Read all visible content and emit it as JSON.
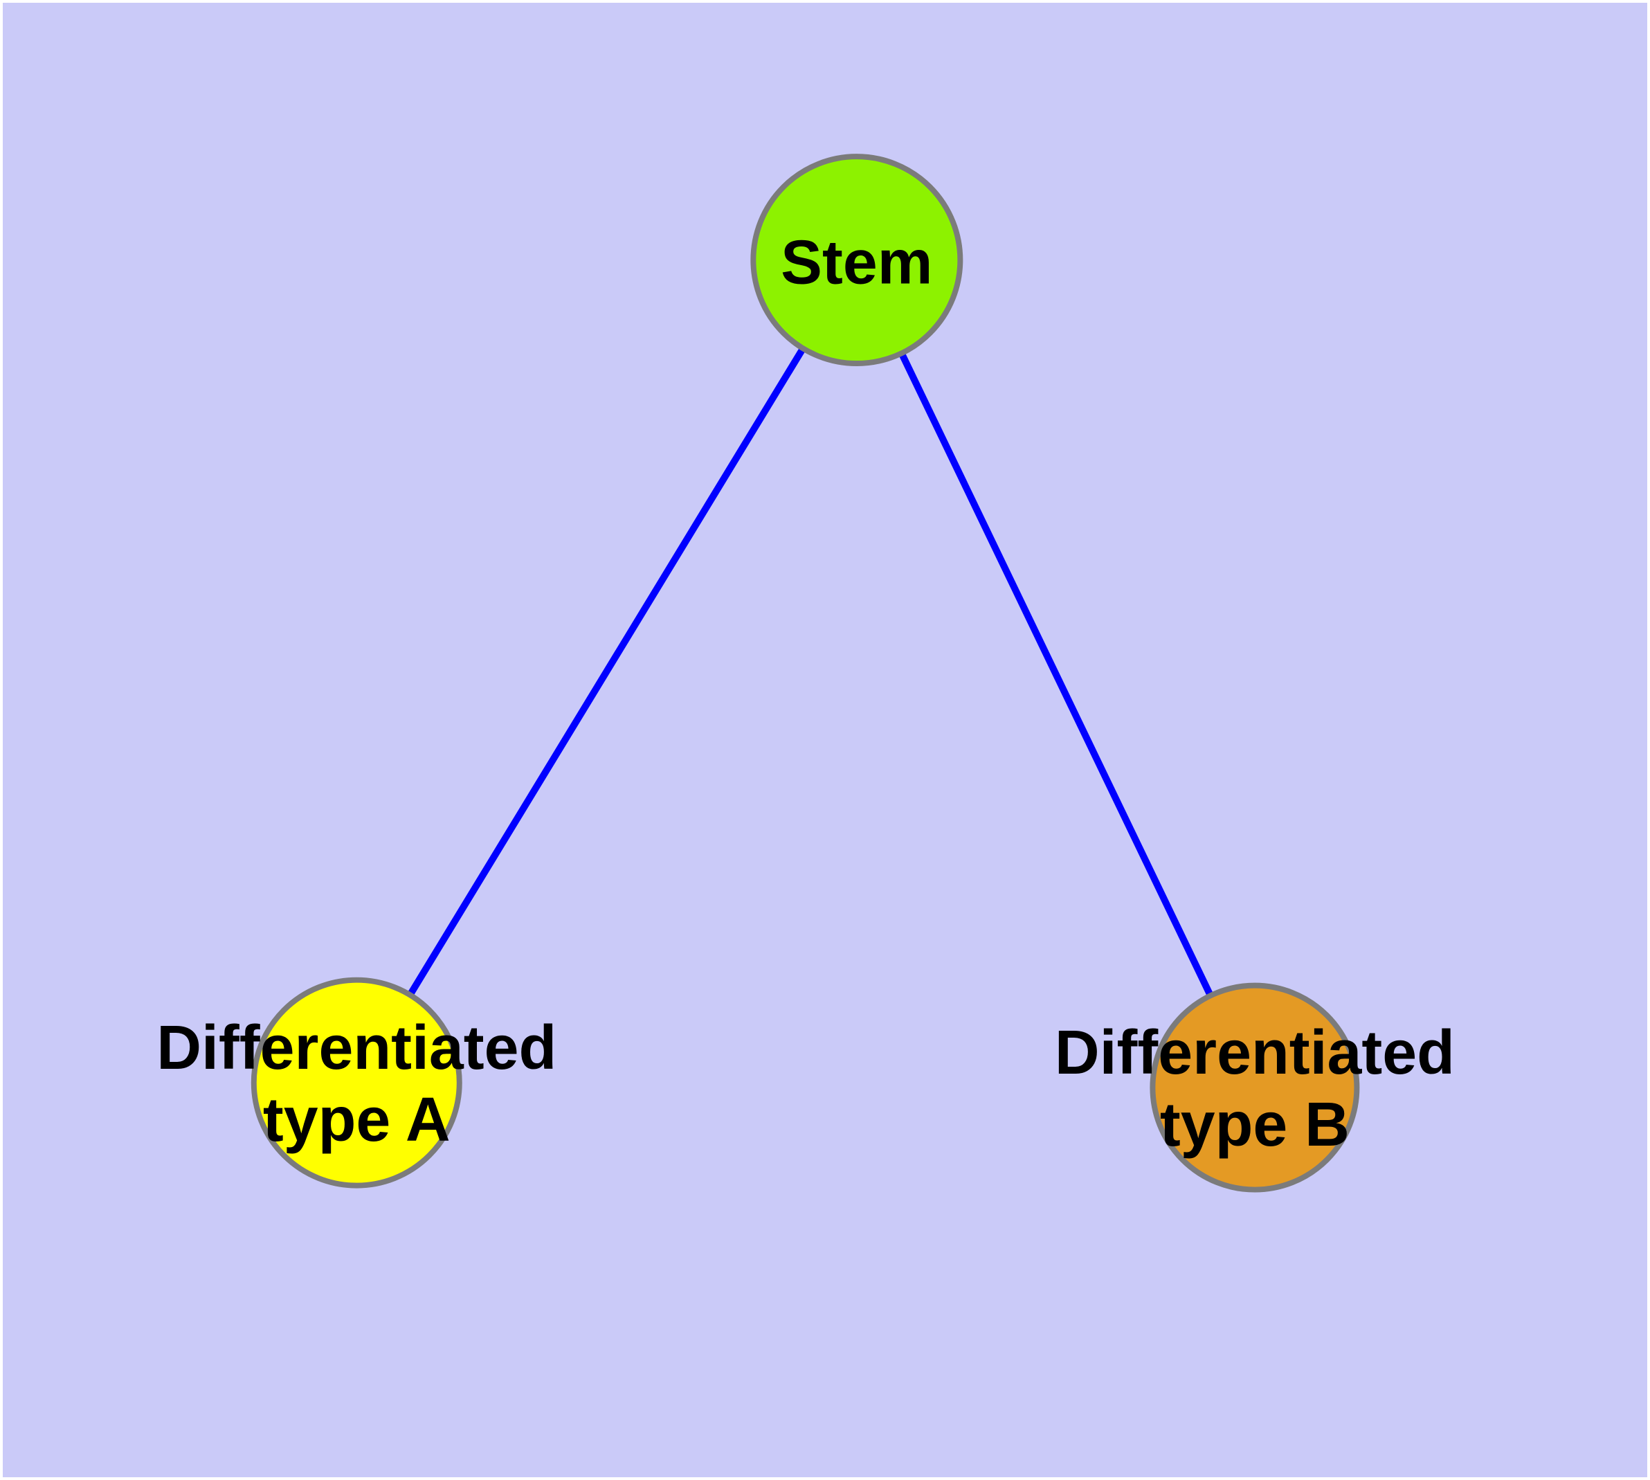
{
  "diagram": {
    "background_color": "#cacaf8",
    "frame_color": "#ffffff",
    "edge_color": "#0000ff",
    "node_border_color": "#7b7b7b",
    "text_color": "#000000",
    "nodes": {
      "stem": {
        "label": "Stem",
        "fill": "#8df200"
      },
      "type_a": {
        "label": "Differentiated type A",
        "label_line1": "Differentiated",
        "label_line2": "type A",
        "fill": "#ffff00"
      },
      "type_b": {
        "label": "Differentiated type B",
        "label_line1": "Differentiated",
        "label_line2": "type B",
        "fill": "#e49a24"
      }
    },
    "edges": [
      {
        "from": "Stem",
        "to": "Differentiated type A"
      },
      {
        "from": "Stem",
        "to": "Differentiated type B"
      }
    ]
  }
}
